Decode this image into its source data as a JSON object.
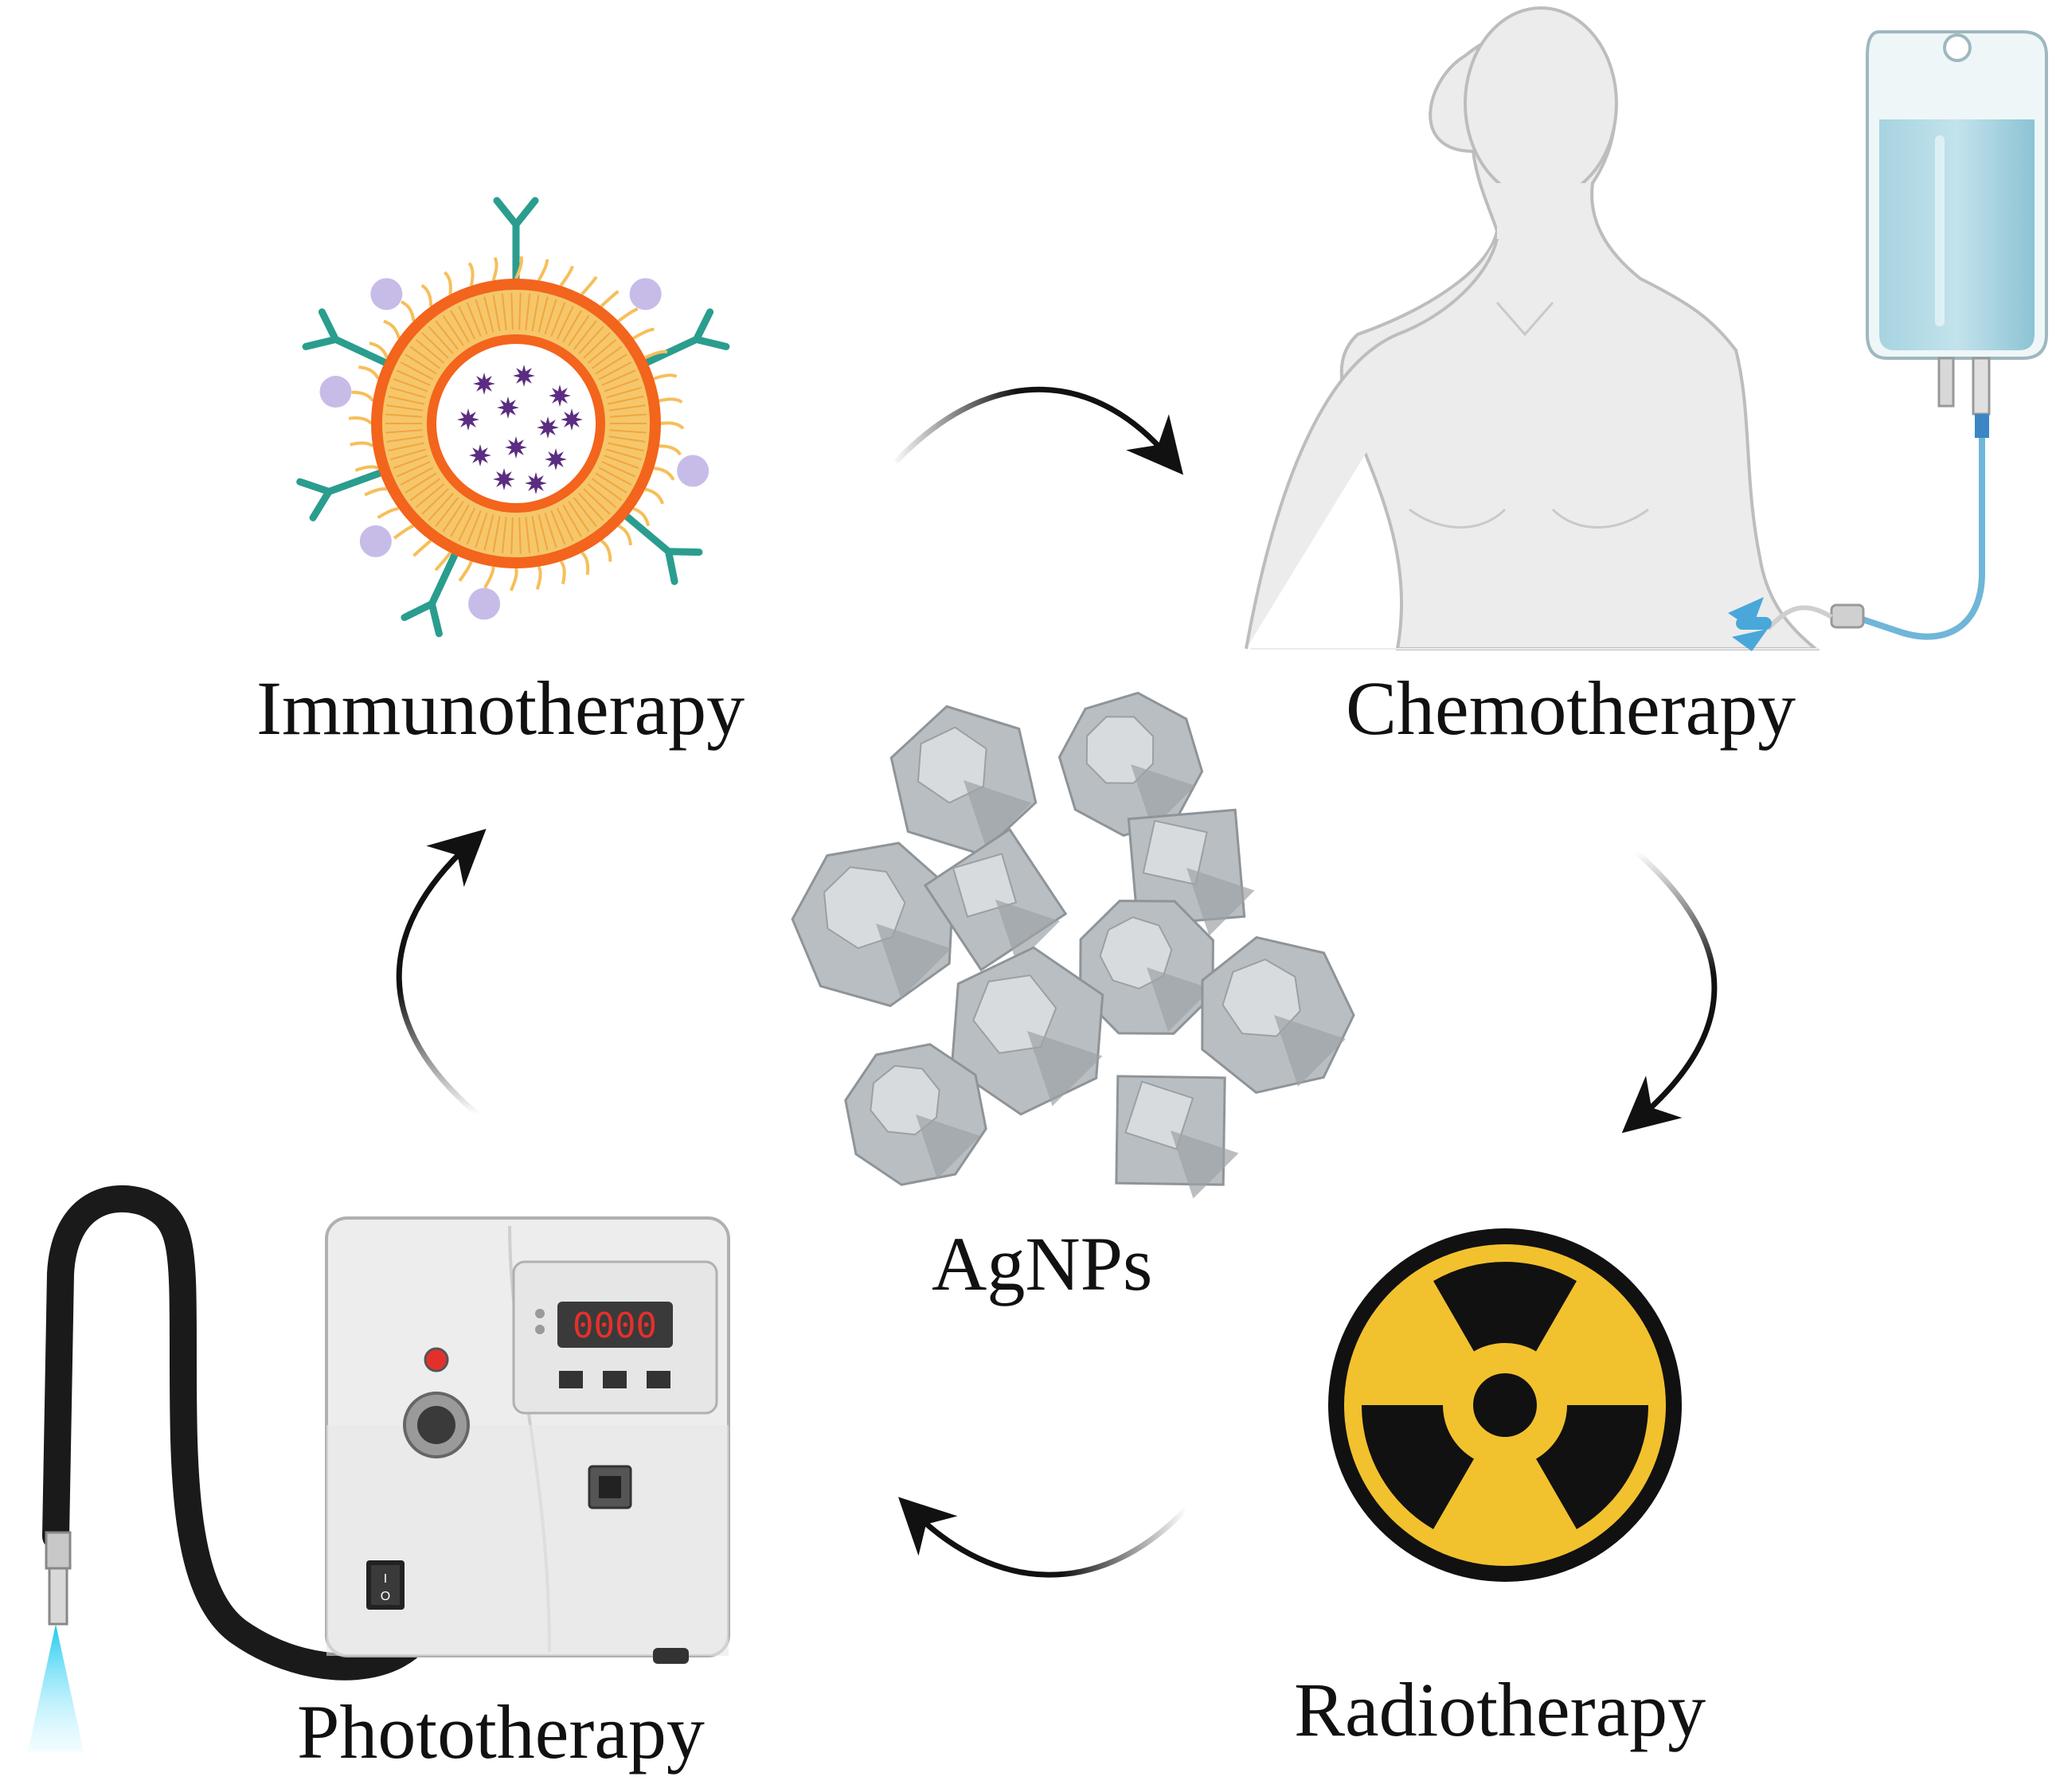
{
  "labels": {
    "immunotherapy": "Immunotherapy",
    "chemotherapy": "Chemotherapy",
    "agnps": "AgNPs",
    "radiotherapy": "Radiotherapy",
    "phototherapy": "Phototherapy"
  },
  "device": {
    "display": "0000",
    "switch_top": "I",
    "switch_bottom": "O"
  },
  "colors": {
    "arrow": "#111111",
    "liposome_shell": "#f3641c",
    "liposome_core": "#ffffff",
    "lipid_tail": "#f6bf5a",
    "drug": "#5b2d82",
    "antibody": "#2a9d8f",
    "ligand": "#c7bce8",
    "skin": "#ececec",
    "iv_fluid": "#8fc6d6",
    "radiation_yellow": "#f2c12e",
    "radiation_black": "#111111",
    "nanoparticle": "#b9bec2",
    "device_body": "#ededed",
    "display_red": "#e4302c",
    "light_beam": "#3fd6f5"
  },
  "icons": [
    "liposome-icon",
    "patient-iv-icon",
    "radiation-icon",
    "phototherapy-device-icon",
    "silver-nanoparticles-icon"
  ]
}
